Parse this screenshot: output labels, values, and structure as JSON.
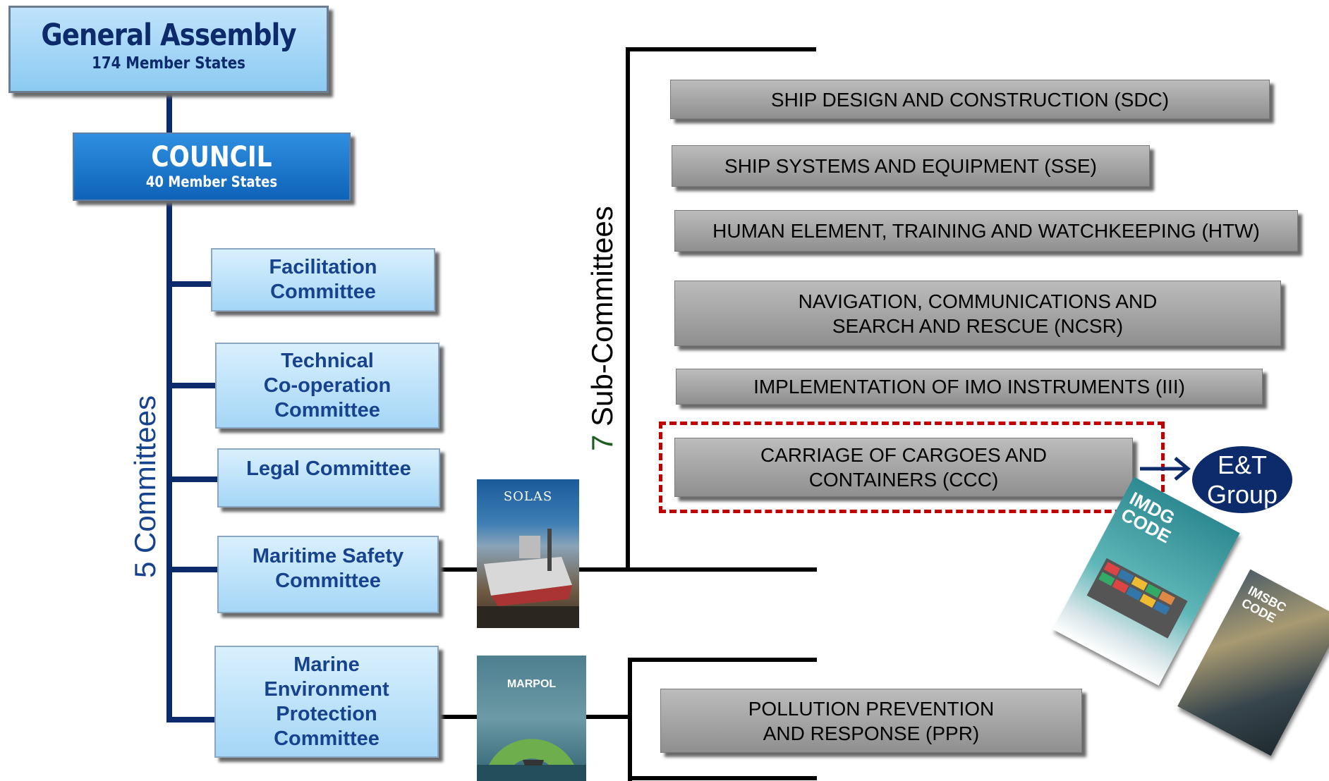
{
  "general_assembly": {
    "title": "General Assembly",
    "subtitle": "174 Member  States"
  },
  "council": {
    "title": "COUNCIL",
    "subtitle": "40 Member States"
  },
  "committees_label": {
    "count": "5",
    "label": "Committees"
  },
  "committees": [
    {
      "lines": [
        "Facilitation",
        "Committee"
      ]
    },
    {
      "lines": [
        "Technical",
        "Co-operation",
        "Committee"
      ]
    },
    {
      "lines": [
        "Legal Committee"
      ]
    },
    {
      "lines": [
        "Maritime Safety",
        "Committee"
      ]
    },
    {
      "lines": [
        "Marine",
        "Environment",
        "Protection",
        "Committee"
      ]
    }
  ],
  "subcommittees_label": {
    "count": "7",
    "label": "Sub-Committees"
  },
  "subcommittees": [
    {
      "lines": [
        "SHIP DESIGN AND CONSTRUCTION (SDC)"
      ]
    },
    {
      "lines": [
        "SHIP SYSTEMS AND EQUIPMENT (SSE)"
      ]
    },
    {
      "lines": [
        "HUMAN ELEMENT, TRAINING AND WATCHKEEPING (HTW)"
      ]
    },
    {
      "lines": [
        "NAVIGATION, COMMUNICATIONS AND",
        "SEARCH  AND RESCUE (NCSR)"
      ]
    },
    {
      "lines": [
        "IMPLEMENTATION OF IMO INSTRUMENTS (III)"
      ]
    },
    {
      "lines": [
        "CARRIAGE OF CARGOES AND",
        "CONTAINERS (CCC)"
      ]
    },
    {
      "lines": [
        "POLLUTION PREVENTION",
        "AND RESPONSE (PPR)"
      ]
    }
  ],
  "et_group": {
    "line1": "E&T",
    "line2": "Group"
  },
  "covers": {
    "solas": "SOLAS",
    "marpol": "MARPOL",
    "imdg": "IMDG CODE",
    "imsbc": "IMSBC CODE"
  },
  "colors": {
    "navy": "#0d2a6b",
    "committee_text": "#17438e",
    "council_blue": "#1570c8",
    "subcommittee_gray": "#a6a6a6",
    "highlight_red": "#c00000",
    "seven_green": "#1f5c1f"
  }
}
